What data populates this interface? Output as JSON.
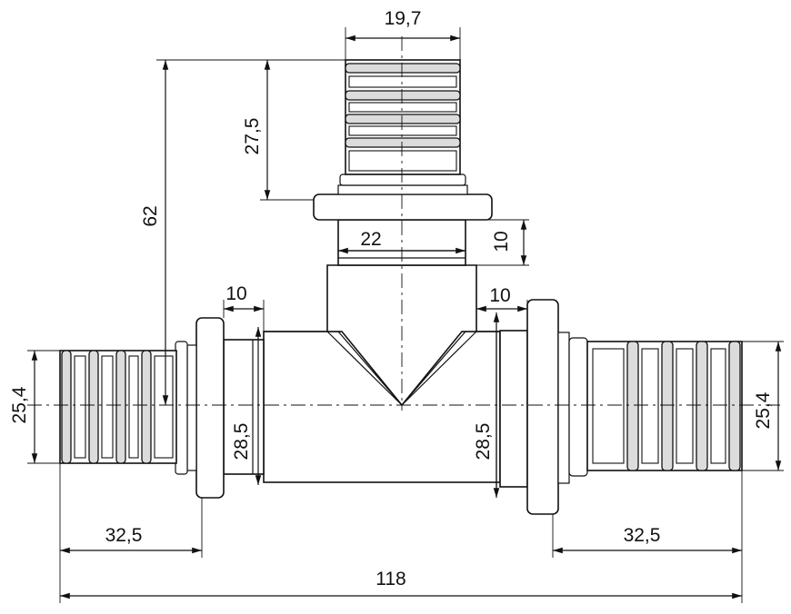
{
  "dimensions": {
    "top_outlet_diameter": "19,7",
    "top_outlet_length": "27,5",
    "total_height": "62",
    "top_neck_diameter": "22",
    "top_neck_length": "10",
    "left_socket_length": "10",
    "right_socket_length": "10",
    "left_inner_diameter": "28,5",
    "right_inner_diameter": "28,5",
    "left_outlet_diameter": "25,4",
    "right_outlet_diameter": "25,4",
    "left_outlet_length": "32,5",
    "right_outlet_length": "32,5",
    "total_length": "118"
  }
}
